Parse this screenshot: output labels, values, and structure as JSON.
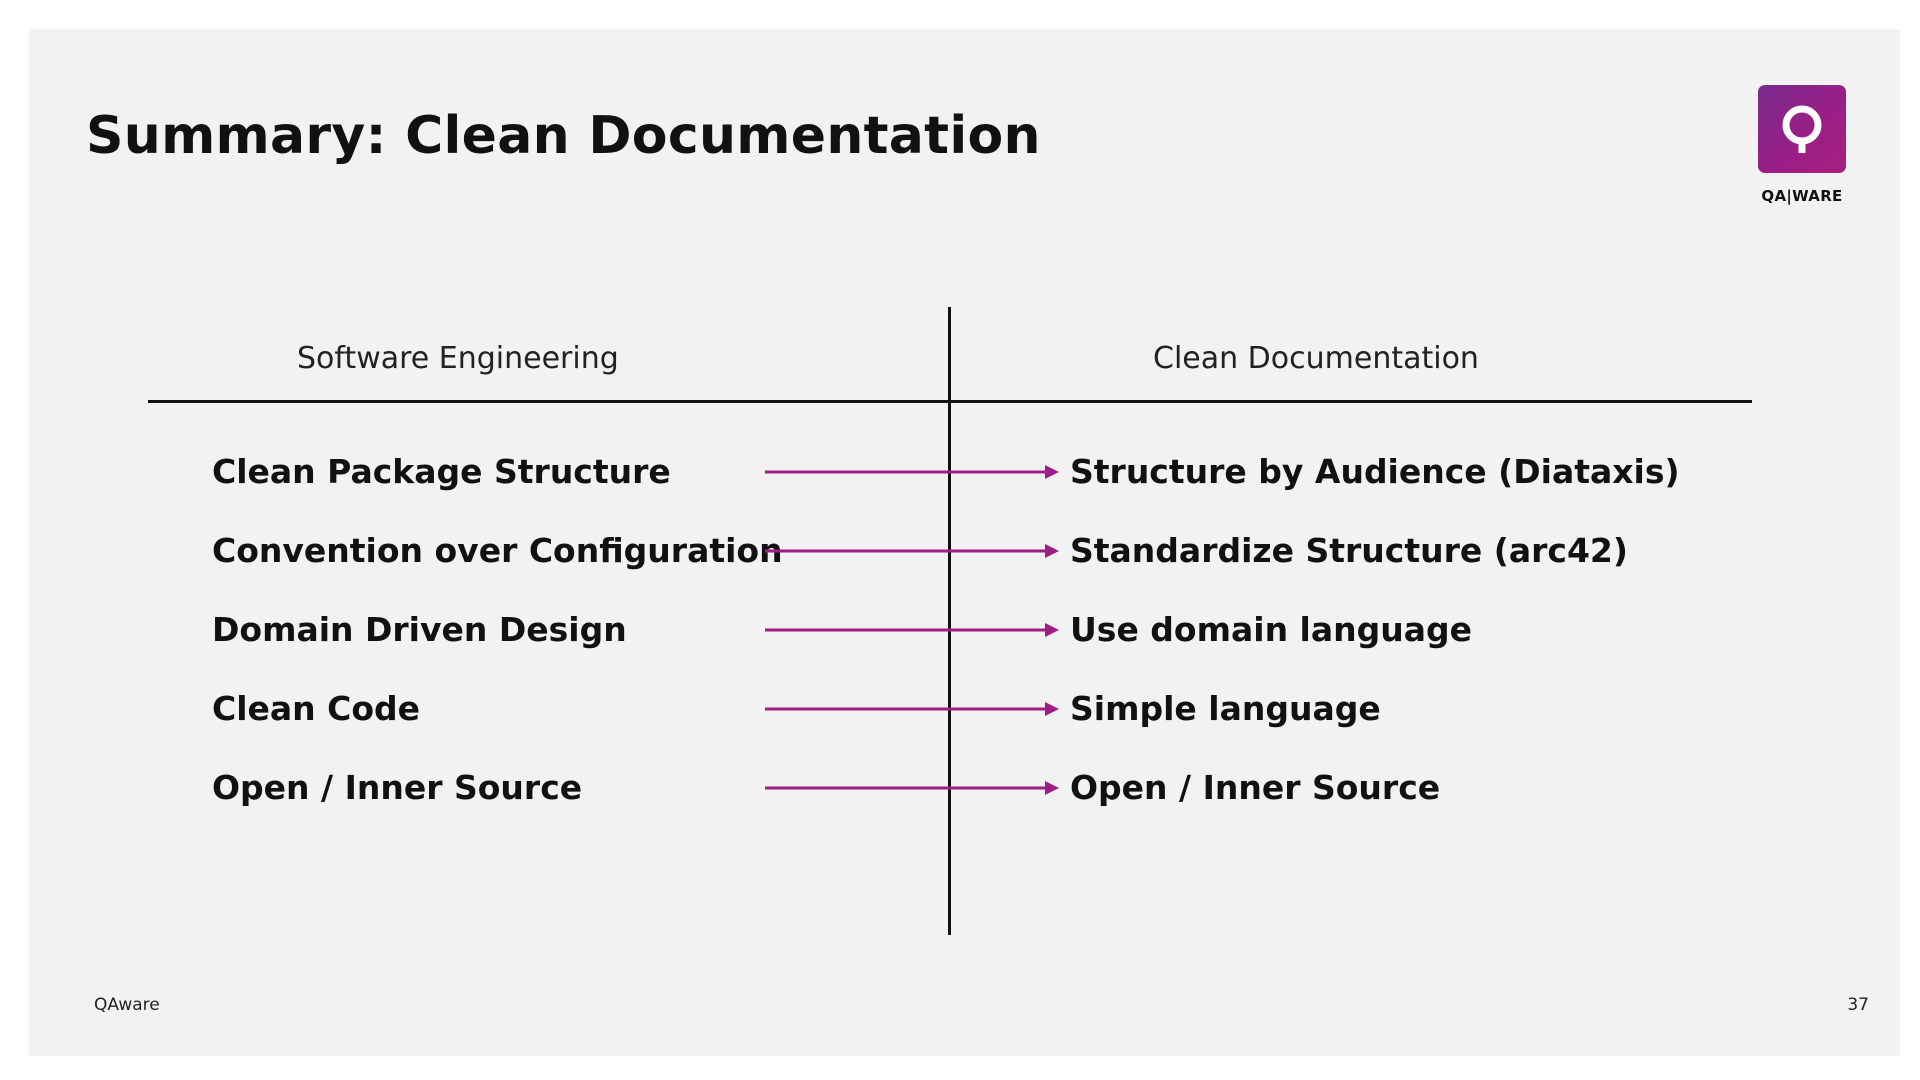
{
  "slide": {
    "title": "Summary: Clean Documentation",
    "logo_text": "QA|WARE",
    "accent_color": "#9c1e86",
    "columns": {
      "left_header": "Software Engineering",
      "right_header": "Clean Documentation"
    },
    "rows": [
      {
        "left": "Clean Package Structure",
        "right": "Structure by Audience (Diataxis)"
      },
      {
        "left": "Convention over Configuration",
        "right": "Standardize Structure (arc42)"
      },
      {
        "left": "Domain Driven Design",
        "right": "Use domain language"
      },
      {
        "left": "Clean Code",
        "right": "Simple language"
      },
      {
        "left": "Open / Inner Source",
        "right": "Open / Inner Source"
      }
    ],
    "footer": {
      "company": "QAware",
      "page_number": "37"
    }
  }
}
